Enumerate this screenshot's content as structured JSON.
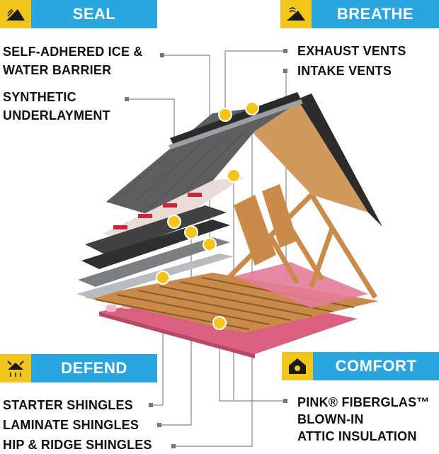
{
  "badges": {
    "seal": "SEAL",
    "breathe": "BREATHE",
    "defend": "DEFEND",
    "comfort": "COMFORT"
  },
  "labels": {
    "ice_water_barrier": [
      "SELF-ADHERED ICE &",
      "WATER BARRIER"
    ],
    "synthetic_underlayment": [
      "SYNTHETIC",
      "UNDERLAYMENT"
    ],
    "exhaust_vents": "EXHAUST VENTS",
    "intake_vents": "INTAKE VENTS",
    "starter_shingles": "STARTER SHINGLES",
    "laminate_shingles": "LAMINATE SHINGLES",
    "hip_ridge_shingles": "HIP & RIDGE SHINGLES",
    "insulation": [
      "PINK® FIBERGLAS™",
      "BLOWN-IN",
      "ATTIC INSULATION"
    ]
  },
  "colors": {
    "badge_blue": "#2aa6df",
    "badge_yellow": "#f2c51d",
    "marker_yellow": "#f5c518",
    "shingle_gray": "#5d5f61",
    "wood": "#c98a4a",
    "insulation_pink": "#d9607e"
  },
  "icons": {
    "seal": "seal-roof-icon",
    "breathe": "airflow-roof-icon",
    "defend": "shield-arrows-icon",
    "comfort": "house-heat-icon"
  }
}
